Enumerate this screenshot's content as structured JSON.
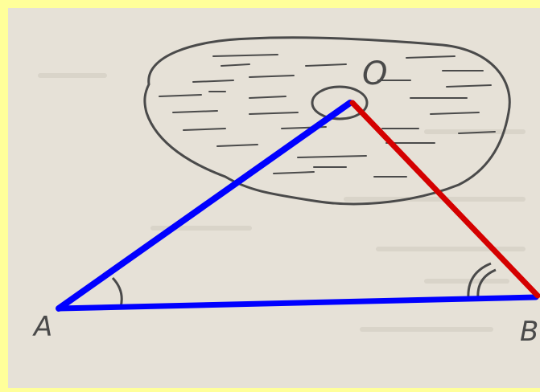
{
  "labels": {
    "point_a": "A",
    "point_b": "B",
    "point_o": "O"
  },
  "colors": {
    "page_border": "#ffff9a",
    "paper": "#e6e1d7",
    "pencil": "#4a4a4a",
    "blue_segments": "#0000ff",
    "red_segment": "#d40000"
  },
  "segments": [
    {
      "name": "AO",
      "color": "blue"
    },
    {
      "name": "AB",
      "color": "blue"
    },
    {
      "name": "OB",
      "color": "red"
    }
  ]
}
